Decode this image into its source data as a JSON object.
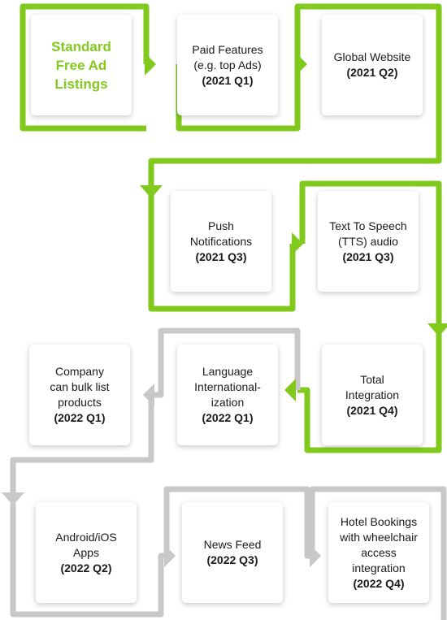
{
  "colors": {
    "done": "#82c91e",
    "planned": "#c8c8c8"
  },
  "milestones": [
    {
      "text": "Standard\nFree Ad\nListings",
      "quarter": "",
      "status": "done"
    },
    {
      "text": "Paid Features\n(e.g. top Ads)",
      "quarter": "(2021 Q1)",
      "status": "done"
    },
    {
      "text": "Global Website",
      "quarter": "(2021 Q2)",
      "status": "done"
    },
    {
      "text": "Push\nNotifications",
      "quarter": "(2021 Q3)",
      "status": "done"
    },
    {
      "text": "Text To Speech\n(TTS) audio",
      "quarter": "(2021 Q3)",
      "status": "done"
    },
    {
      "text": "Total\nIntegration",
      "quarter": "(2021 Q4)",
      "status": "done"
    },
    {
      "text": "Language\nInternational-\nization",
      "quarter": "(2022 Q1)",
      "status": "planned"
    },
    {
      "text": "Company\ncan bulk list\nproducts",
      "quarter": "(2022 Q1)",
      "status": "planned"
    },
    {
      "text": "Android/iOS\nApps",
      "quarter": "(2022 Q2)",
      "status": "planned"
    },
    {
      "text": "News Feed",
      "quarter": "(2022 Q3)",
      "status": "planned"
    },
    {
      "text": "Hotel Bookings\nwith wheelchair\naccess\nintegration",
      "quarter": "(2022 Q4)",
      "status": "planned"
    }
  ]
}
